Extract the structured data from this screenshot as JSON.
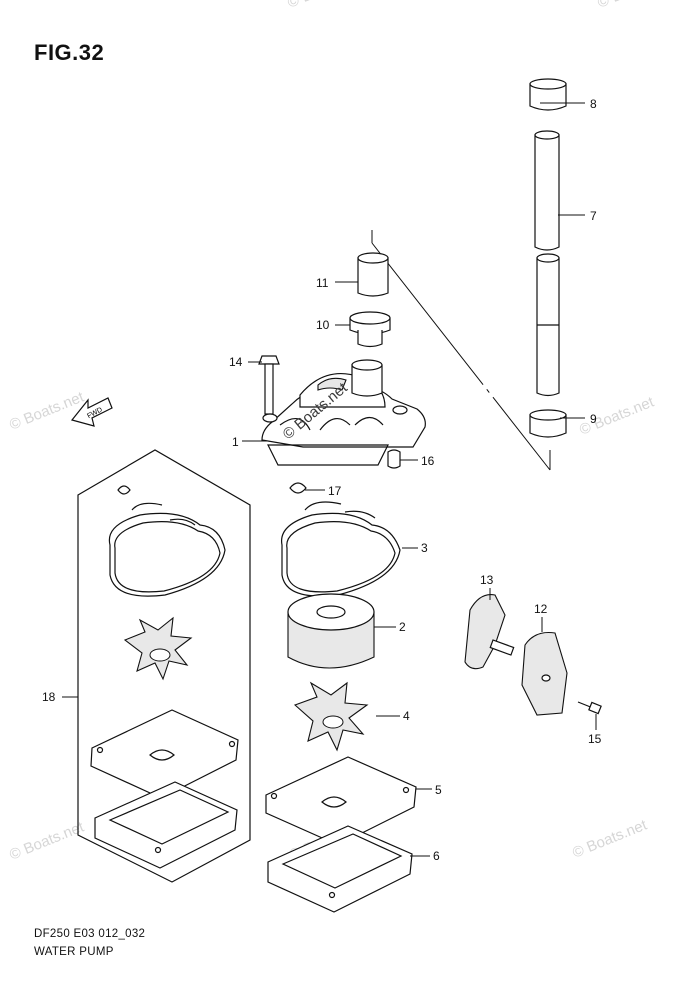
{
  "figure": {
    "title": "FIG.32",
    "model_code": "DF250 E03 012_032",
    "section_name": "WATER PUMP"
  },
  "direction_arrow": {
    "label": "FWD",
    "icon": "forward-arrow-icon"
  },
  "watermark": {
    "text": "© Boats.net",
    "color": "#d6d6d6"
  },
  "callouts": [
    {
      "id": "1",
      "part": "pump-case"
    },
    {
      "id": "2",
      "part": "liner"
    },
    {
      "id": "3",
      "part": "gasket-ring"
    },
    {
      "id": "4",
      "part": "impeller"
    },
    {
      "id": "5",
      "part": "plate-gasket"
    },
    {
      "id": "6",
      "part": "under-panel-gasket"
    },
    {
      "id": "7",
      "part": "water-tube"
    },
    {
      "id": "8",
      "part": "tube-seal-upper"
    },
    {
      "id": "9",
      "part": "tube-seal-lower"
    },
    {
      "id": "10",
      "part": "water-tube-grommet"
    },
    {
      "id": "11",
      "part": "collar"
    },
    {
      "id": "12",
      "part": "plate"
    },
    {
      "id": "13",
      "part": "bracket"
    },
    {
      "id": "14",
      "part": "bolt"
    },
    {
      "id": "15",
      "part": "screw"
    },
    {
      "id": "16",
      "part": "pin"
    },
    {
      "id": "17",
      "part": "key"
    },
    {
      "id": "18",
      "part": "repair-kit"
    }
  ]
}
